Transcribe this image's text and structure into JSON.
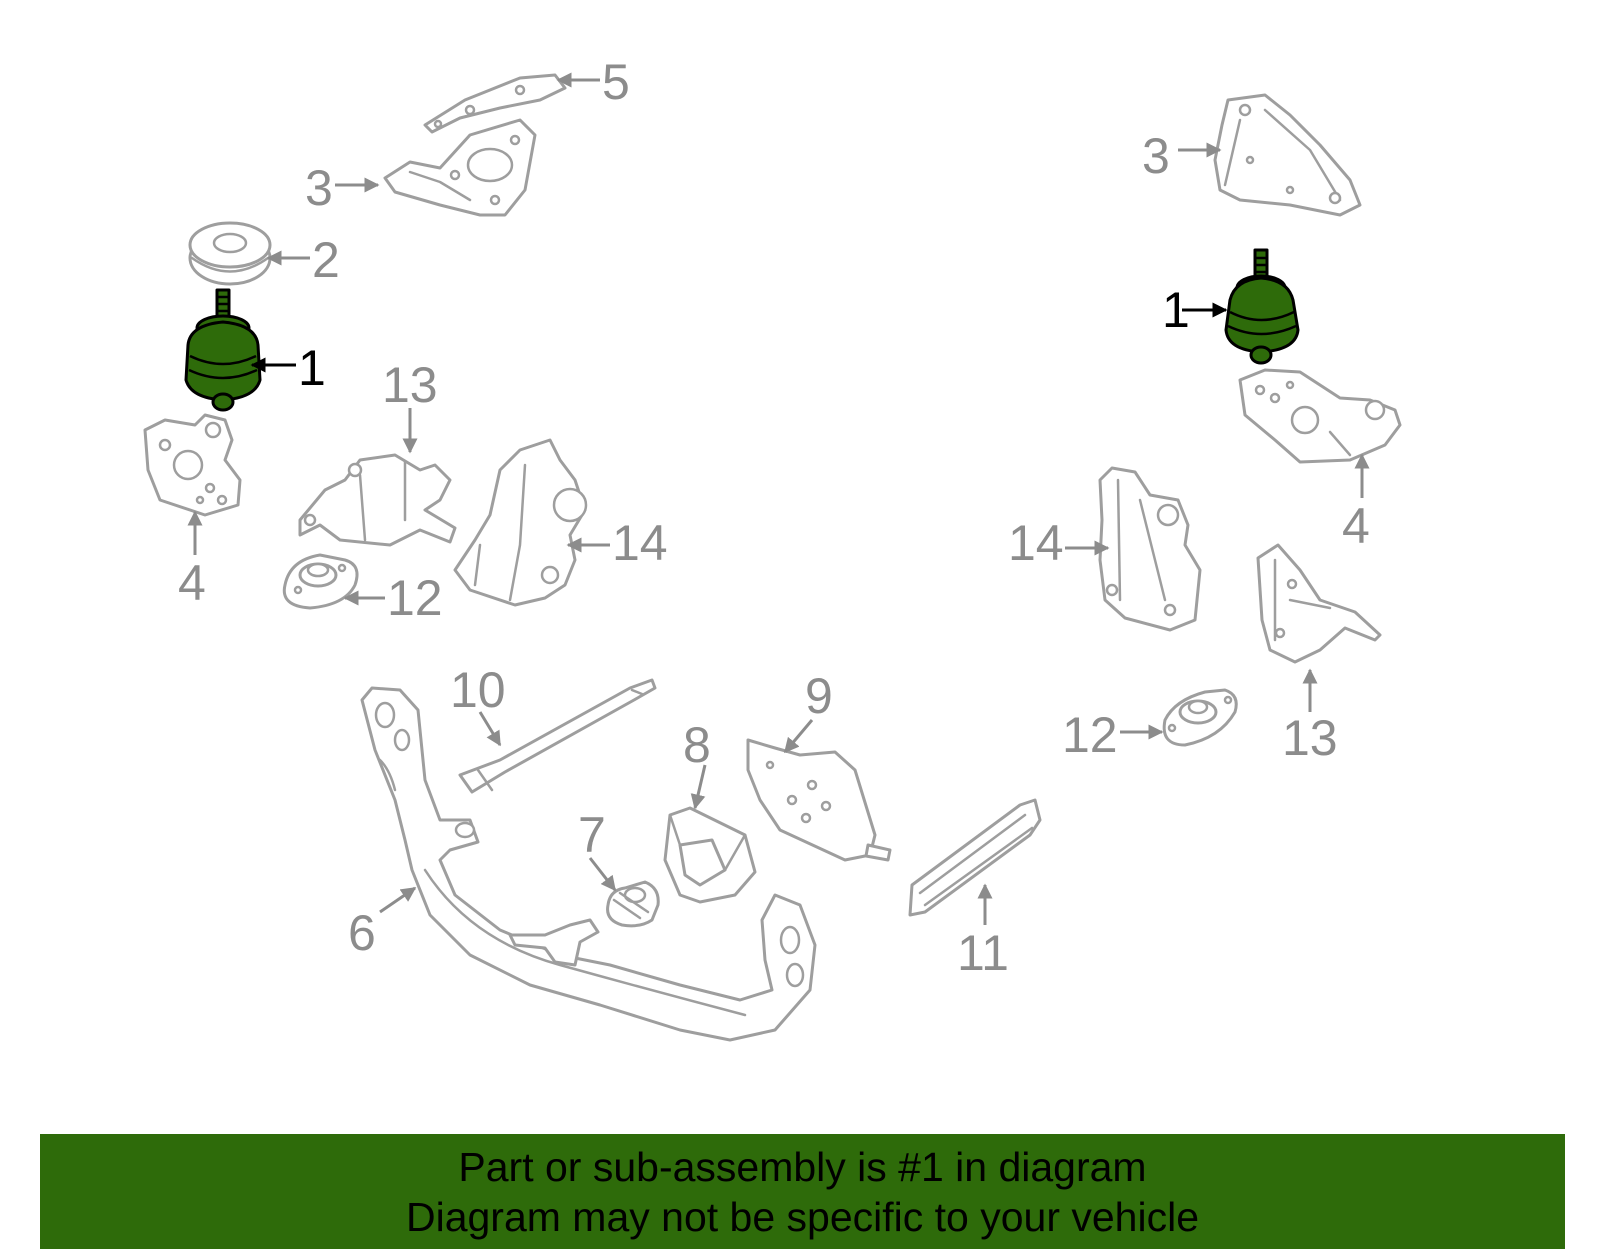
{
  "colors": {
    "highlight_part": "#2e6b0a",
    "banner_background": "#2e6b0a",
    "outline_gray": "#9e9e9e",
    "callout_gray": "#8c8c8c",
    "highlight_text": "#000000"
  },
  "callouts": {
    "left_1": "1",
    "left_2": "2",
    "left_3": "3",
    "left_4": "4",
    "left_5": "5",
    "left_6": "6",
    "left_7": "7",
    "left_8": "8",
    "left_9": "9",
    "left_10": "10",
    "left_11": "11",
    "left_12": "12",
    "left_13": "13",
    "left_14": "14",
    "right_1": "1",
    "right_3": "3",
    "right_4": "4",
    "right_12": "12",
    "right_13": "13",
    "right_14": "14"
  },
  "banner": {
    "line1": "Part or sub-assembly is #1 in diagram",
    "line2": "Diagram may not be specific to your vehicle"
  }
}
